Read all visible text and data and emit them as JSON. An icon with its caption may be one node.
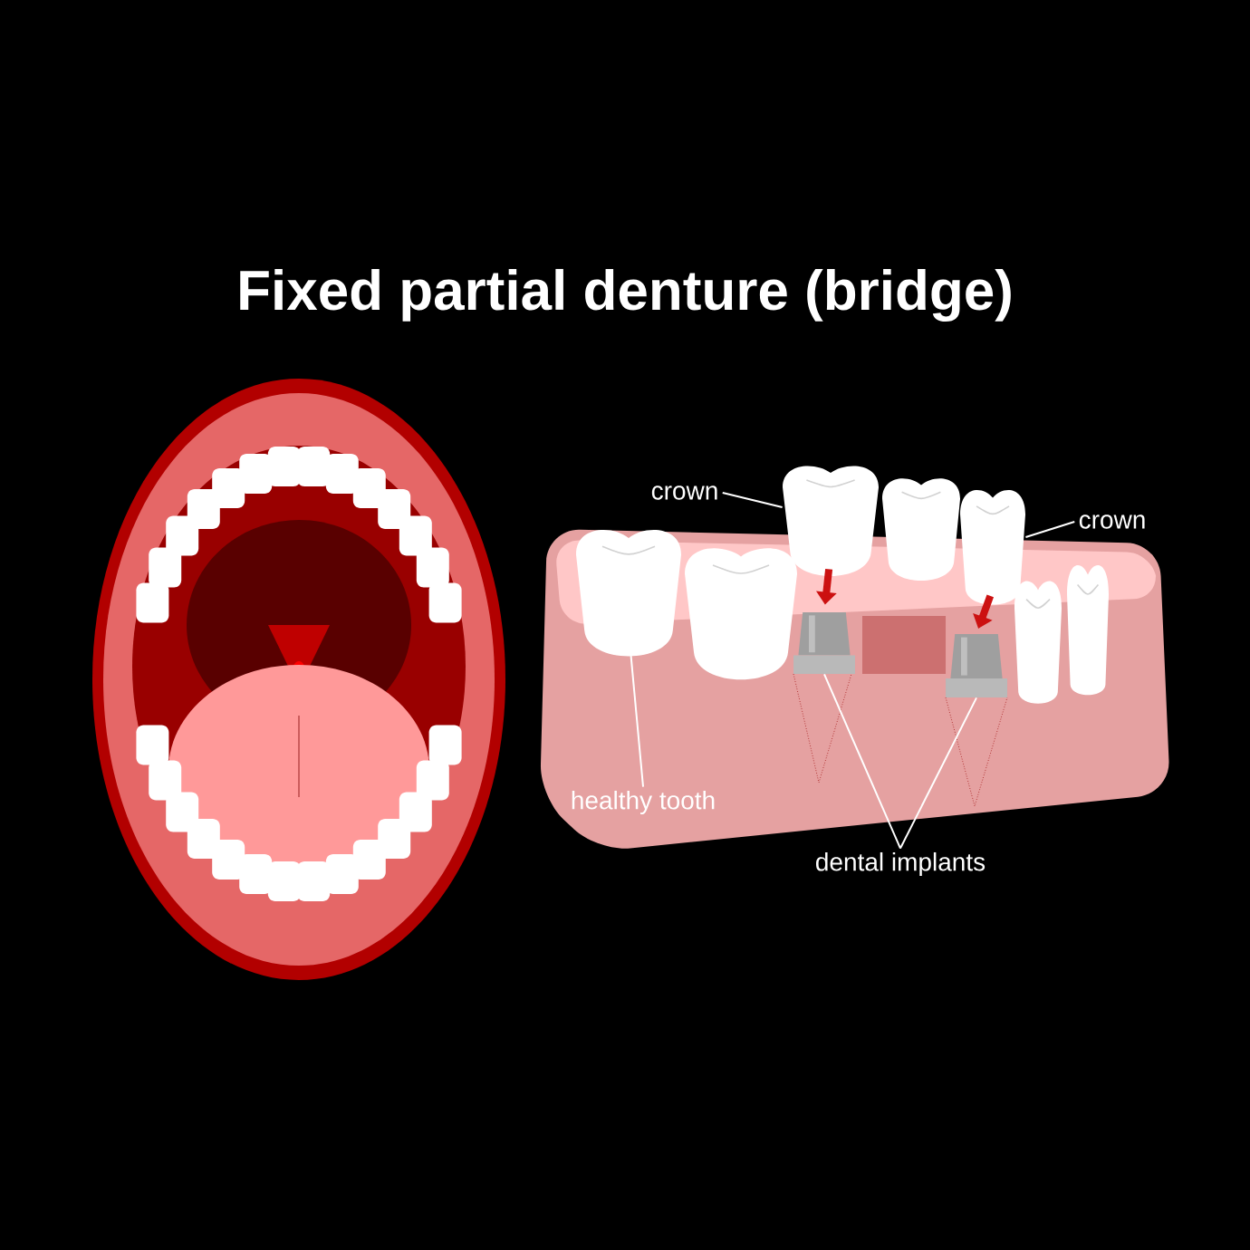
{
  "diagram": {
    "title": "Fixed partial denture (bridge)",
    "nodes": [
      {
        "text": [
          "crown"
        ]
      },
      {
        "text": [
          "crown"
        ]
      },
      {
        "text": [
          "healthy tooth"
        ]
      },
      {
        "text": [
          "dental implants"
        ]
      },
      {
        "text": [],
        "shape": "picture"
      },
      {
        "text": [],
        "shape": "picture"
      },
      {
        "text": [],
        "shape": "picture"
      },
      {
        "text": [],
        "shape": "picture"
      },
      {
        "text": [],
        "shape": "picture"
      }
    ],
    "edges": [
      {
        "from": 0,
        "to": 4,
        "arrow": "none"
      },
      {
        "from": 1,
        "to": 5,
        "arrow": "none"
      },
      {
        "from": 2,
        "to": 6,
        "arrow": "none"
      },
      {
        "from": 3,
        "to": 7,
        "arrow": "none"
      },
      {
        "from": 3,
        "to": 8,
        "arrow": "none"
      },
      {
        "from": 4,
        "to": 7,
        "arrow": "to",
        "style": "thick",
        "color": "#cc1111"
      },
      {
        "from": 5,
        "to": 8,
        "arrow": "to",
        "style": "thick",
        "color": "#cc1111"
      }
    ]
  }
}
